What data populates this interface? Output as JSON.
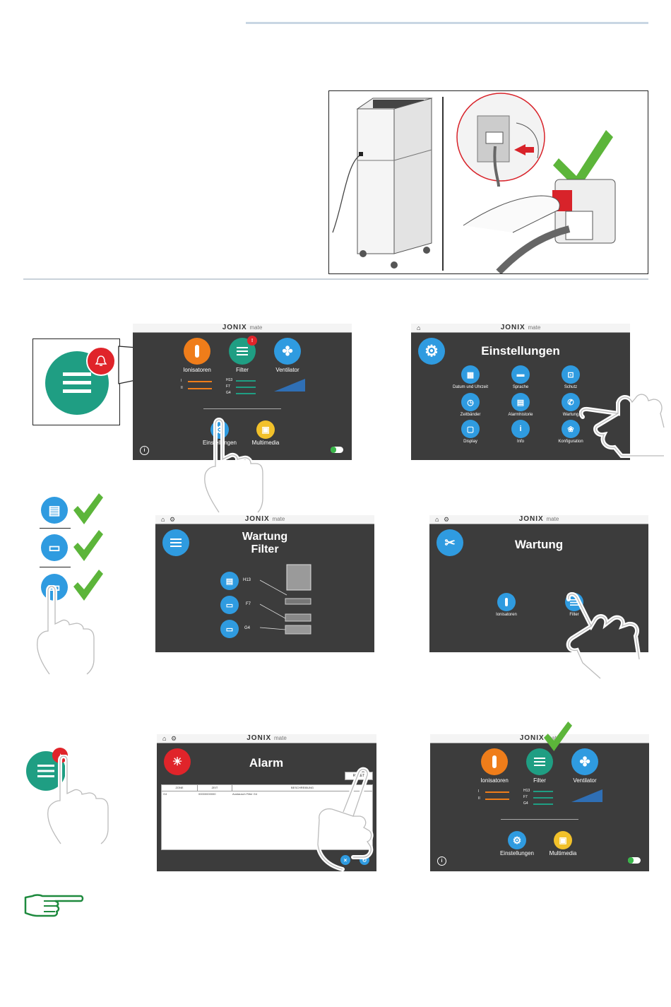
{
  "brand": {
    "name": "JONIX",
    "suffix": "mate"
  },
  "main_screen": {
    "ionisatoren": "Ionisatoren",
    "filter": "Filter",
    "ventilator": "Ventilator",
    "einstellungen": "Einstellungen",
    "multimedia": "Multimedia",
    "row_i": "I",
    "row_ii": "II",
    "row_h13": "H13",
    "row_f7": "F7",
    "row_g4": "G4"
  },
  "settings_screen": {
    "title": "Einstellungen",
    "items": [
      "Datum und Uhrzeit",
      "Sprache",
      "Schutz",
      "Zeitbänder",
      "Alarmhistorie",
      "Wartung",
      "Display",
      "Info",
      "Konfiguration"
    ]
  },
  "wartung_screen": {
    "title": "Wartung",
    "ionisatoren": "Ionisatoren",
    "filter": "Filter"
  },
  "wartung_filter_screen": {
    "title_line1": "Wartung",
    "title_line2": "Filter",
    "h13": "H13",
    "f7": "F7",
    "g4": "G4"
  },
  "alarm_screen": {
    "title": "Alarm",
    "col1": "ZONE",
    "col2": "ZEIT",
    "col3": "BESCHREIBUNG",
    "row_zone": "G4",
    "row_time": "00000000000",
    "row_desc": "Austausch Filter G4",
    "reset": "RESET"
  },
  "colors": {
    "screen_bg": "#3c3c3c",
    "teal": "#1f9e83",
    "blue": "#2f9be0",
    "orange": "#ef7d1a",
    "yellow": "#f2c12a",
    "red": "#e0242a",
    "green_check": "#5cb53a",
    "arrow_gray": "#9d9d9d"
  },
  "icons": [
    "pointing-hand-icon",
    "check-icon",
    "gear-icon",
    "bell-icon",
    "menu-icon",
    "wrench-icon"
  ]
}
